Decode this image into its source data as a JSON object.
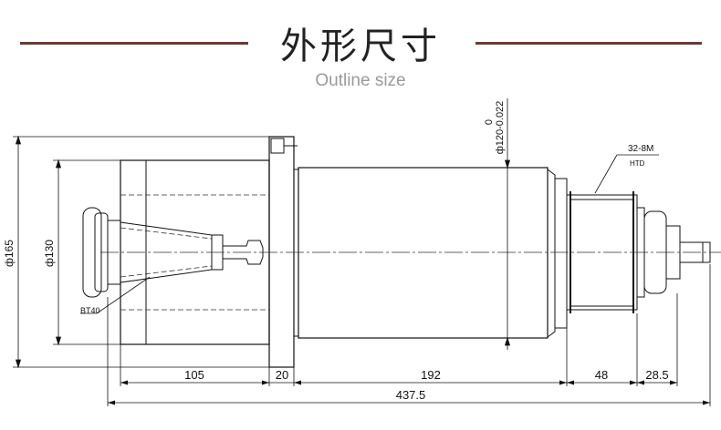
{
  "header": {
    "title": "外形尺寸",
    "subtitle": "Outline size",
    "rule_color": "#6b3a34"
  },
  "drawing": {
    "labels": {
      "dia_flange": "ф165",
      "dia_body": "ф130",
      "dia_spindle_tol": "0",
      "dia_spindle": "ф120-0.022",
      "belt_spec": "32-8M",
      "belt_type": "HTD",
      "holder": "BT40"
    },
    "dimensions": [
      "105",
      "20",
      "192",
      "48",
      "28.5"
    ],
    "total_length": "437.5"
  }
}
